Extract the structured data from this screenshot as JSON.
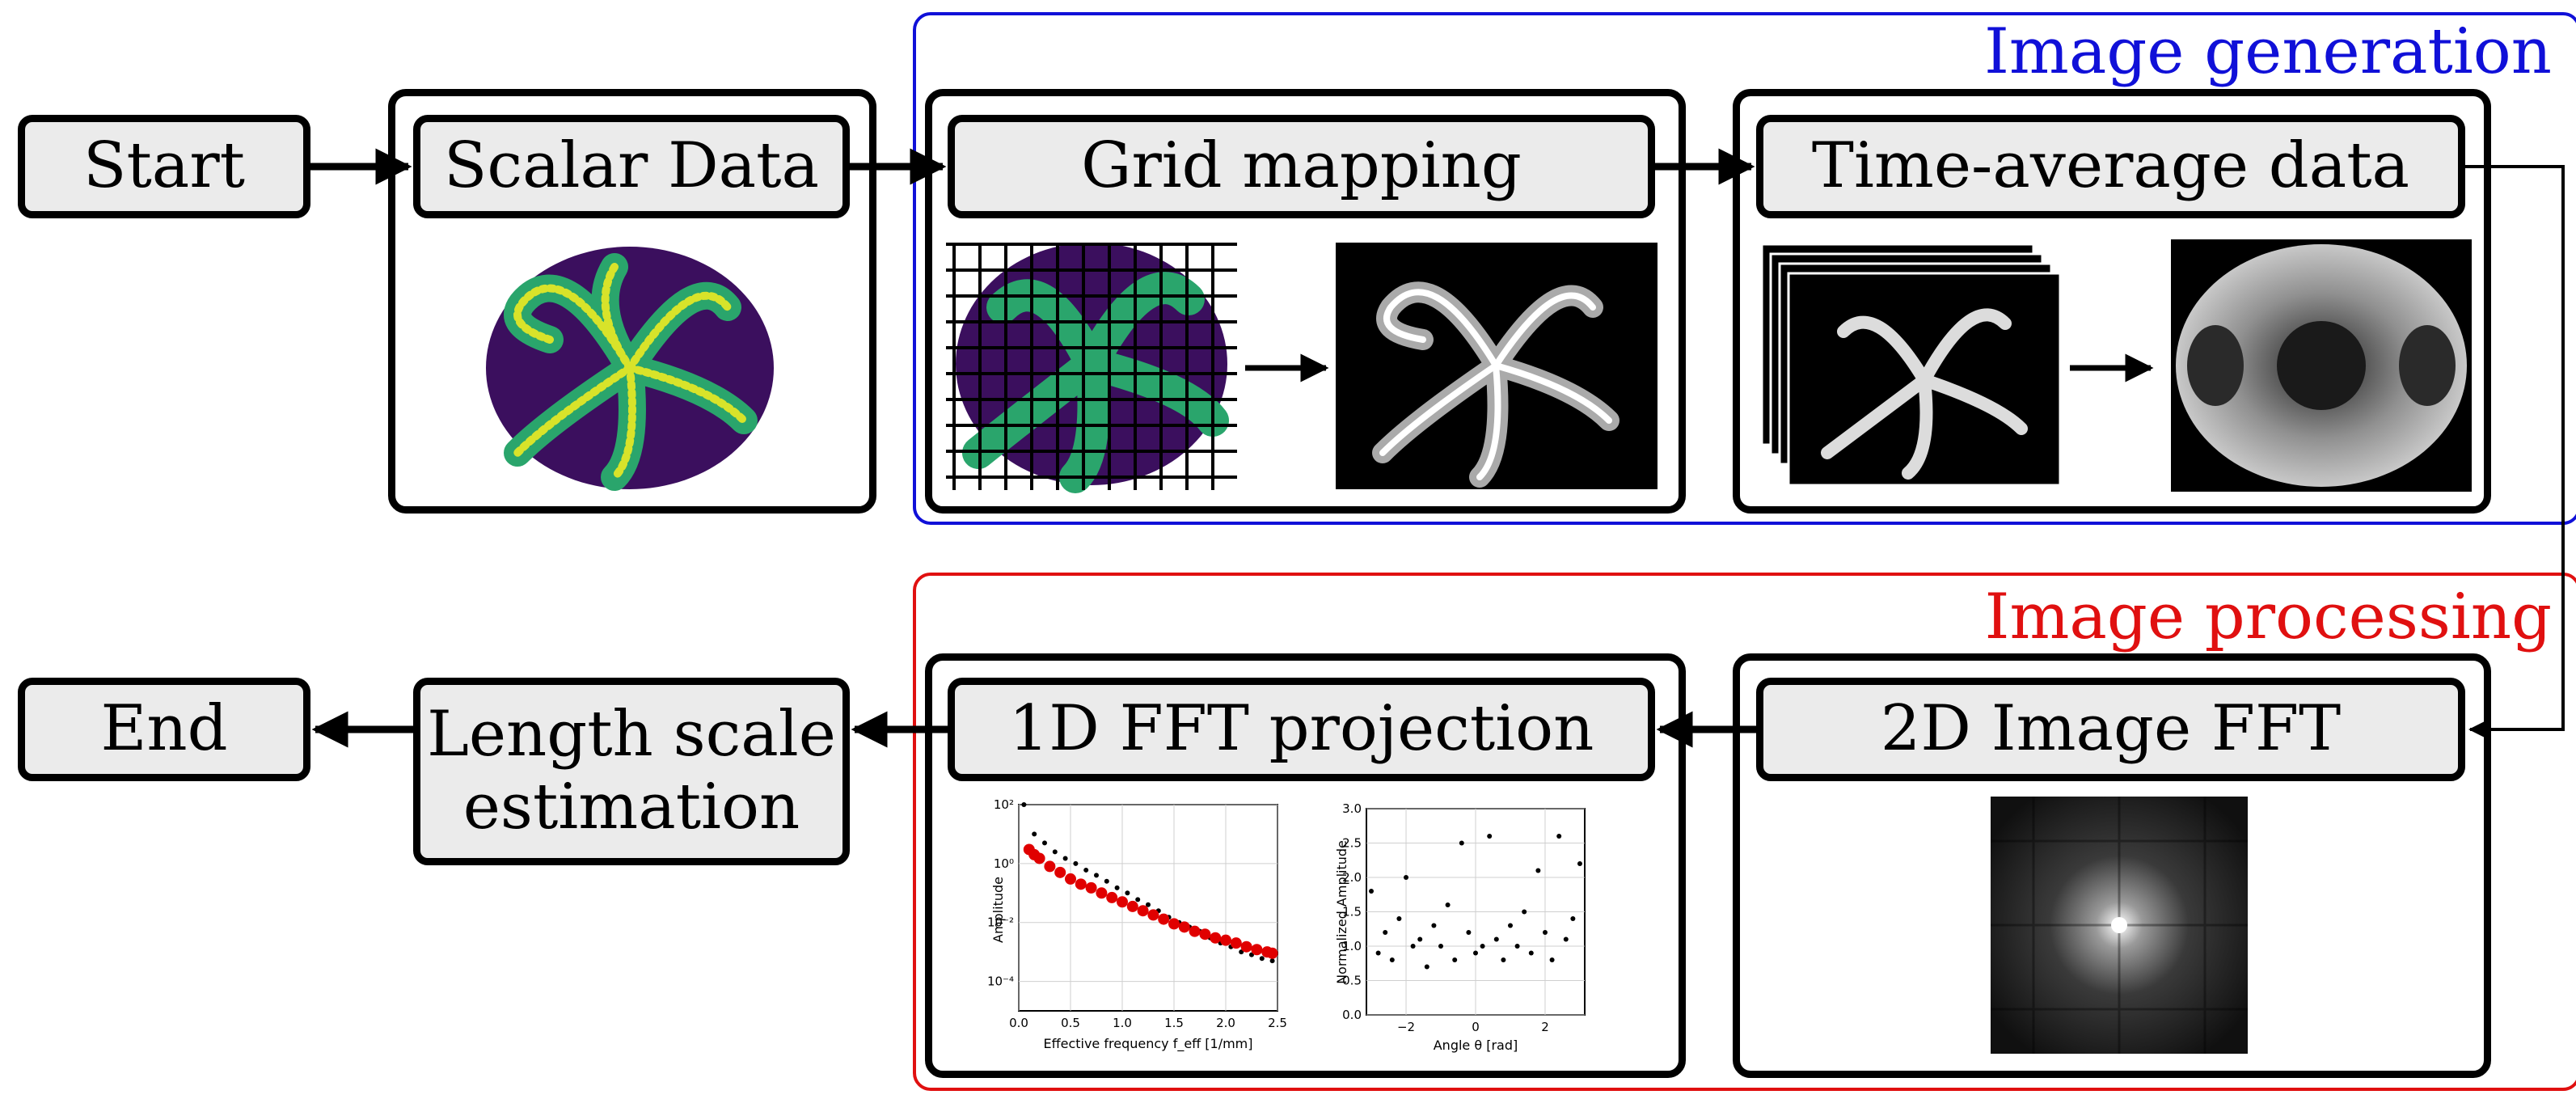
{
  "groups": {
    "generation": {
      "title": "Image generation",
      "color": "#1010d8"
    },
    "processing": {
      "title": "Image processing",
      "color": "#e01010"
    }
  },
  "nodes": {
    "start": "Start",
    "scalar": "Scalar Data",
    "grid": "Grid mapping",
    "timeavg": "Time-average data",
    "fft2d": "2D Image FFT",
    "fft1d": "1D FFT projection",
    "length": "Length scale\nestimation",
    "end": "End"
  },
  "chart_data": [
    {
      "type": "scatter",
      "ylabel": "Amplitude",
      "xlabel": "Effective frequency f_eff [1/mm]",
      "xlim": [
        0.0,
        2.5
      ],
      "ylog": true,
      "ylim_exp": [
        -5,
        2
      ],
      "x_ticks": [
        "0.0",
        "0.5",
        "1.0",
        "1.5",
        "2.0",
        "2.5"
      ],
      "y_ticks": [
        "10²",
        "10⁰",
        "10⁻²",
        "10⁻⁴"
      ],
      "grid": true,
      "series": [
        {
          "color": "#000000",
          "x": [
            0.05,
            0.15,
            0.25,
            0.35,
            0.45,
            0.55,
            0.65,
            0.75,
            0.85,
            0.95,
            1.05,
            1.15,
            1.25,
            1.35,
            1.45,
            1.55,
            1.65,
            1.75,
            1.85,
            1.95,
            2.05,
            2.15,
            2.25,
            2.35,
            2.45
          ],
          "y": [
            100,
            10,
            5,
            2.5,
            1.5,
            1,
            0.6,
            0.4,
            0.25,
            0.15,
            0.1,
            0.06,
            0.04,
            0.025,
            0.015,
            0.01,
            0.007,
            0.005,
            0.003,
            0.002,
            0.0015,
            0.001,
            0.0008,
            0.0006,
            0.0005
          ]
        },
        {
          "color": "#e00000",
          "x": [
            0.1,
            0.15,
            0.2,
            0.3,
            0.4,
            0.5,
            0.6,
            0.7,
            0.8,
            0.9,
            1.0,
            1.1,
            1.2,
            1.3,
            1.4,
            1.5,
            1.6,
            1.7,
            1.8,
            1.9,
            2.0,
            2.1,
            2.2,
            2.3,
            2.4,
            2.45
          ],
          "y": [
            3,
            2,
            1.5,
            0.8,
            0.5,
            0.3,
            0.2,
            0.15,
            0.1,
            0.07,
            0.05,
            0.035,
            0.025,
            0.018,
            0.013,
            0.009,
            0.007,
            0.005,
            0.004,
            0.003,
            0.0025,
            0.002,
            0.0015,
            0.0012,
            0.001,
            0.0009
          ]
        }
      ]
    },
    {
      "type": "scatter",
      "ylabel": "Normalized Amplitude",
      "xlabel": "Angle θ [rad]",
      "xlim": [
        -3.14,
        3.14
      ],
      "ylim": [
        0.0,
        3.0
      ],
      "x_ticks": [
        "−2",
        "0",
        "2"
      ],
      "y_ticks": [
        "0.0",
        "0.5",
        "1.0",
        "1.5",
        "2.0",
        "2.5",
        "3.0"
      ],
      "grid": true,
      "series": [
        {
          "color": "#000000",
          "x": [
            -3.0,
            -2.8,
            -2.6,
            -2.4,
            -2.2,
            -2.0,
            -1.8,
            -1.6,
            -1.4,
            -1.2,
            -1.0,
            -0.8,
            -0.6,
            -0.4,
            -0.2,
            0.0,
            0.2,
            0.4,
            0.6,
            0.8,
            1.0,
            1.2,
            1.4,
            1.6,
            1.8,
            2.0,
            2.2,
            2.4,
            2.6,
            2.8,
            3.0
          ],
          "y": [
            1.8,
            0.9,
            1.2,
            0.8,
            1.4,
            2.0,
            1.0,
            1.1,
            0.7,
            1.3,
            1.0,
            1.6,
            0.8,
            2.5,
            1.2,
            0.9,
            1.0,
            2.6,
            1.1,
            0.8,
            1.3,
            1.0,
            1.5,
            0.9,
            2.1,
            1.2,
            0.8,
            2.6,
            1.1,
            1.4,
            2.2
          ]
        }
      ]
    }
  ]
}
